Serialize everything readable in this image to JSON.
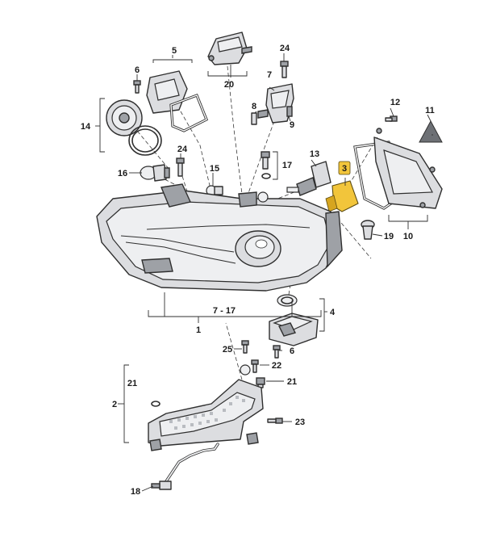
{
  "labels": {
    "l1": "1",
    "l2": "2",
    "l3": "3",
    "l4": "4",
    "l5": "5",
    "l6a": "6",
    "l6b": "6",
    "l7": "7",
    "l7_17": "7 - 17",
    "l8": "8",
    "l9": "9",
    "l10": "10",
    "l11": "11",
    "l12": "12",
    "l13": "13",
    "l14": "14",
    "l15": "15",
    "l16": "16",
    "l17": "17",
    "l18": "18",
    "l19": "19",
    "l20": "20",
    "l21a": "21",
    "l21b": "21",
    "l22": "22",
    "l23": "23",
    "l24a": "24",
    "l24b": "24",
    "l25": "25"
  },
  "highlight": {
    "part_label": "3",
    "color": "#f2c53b"
  }
}
